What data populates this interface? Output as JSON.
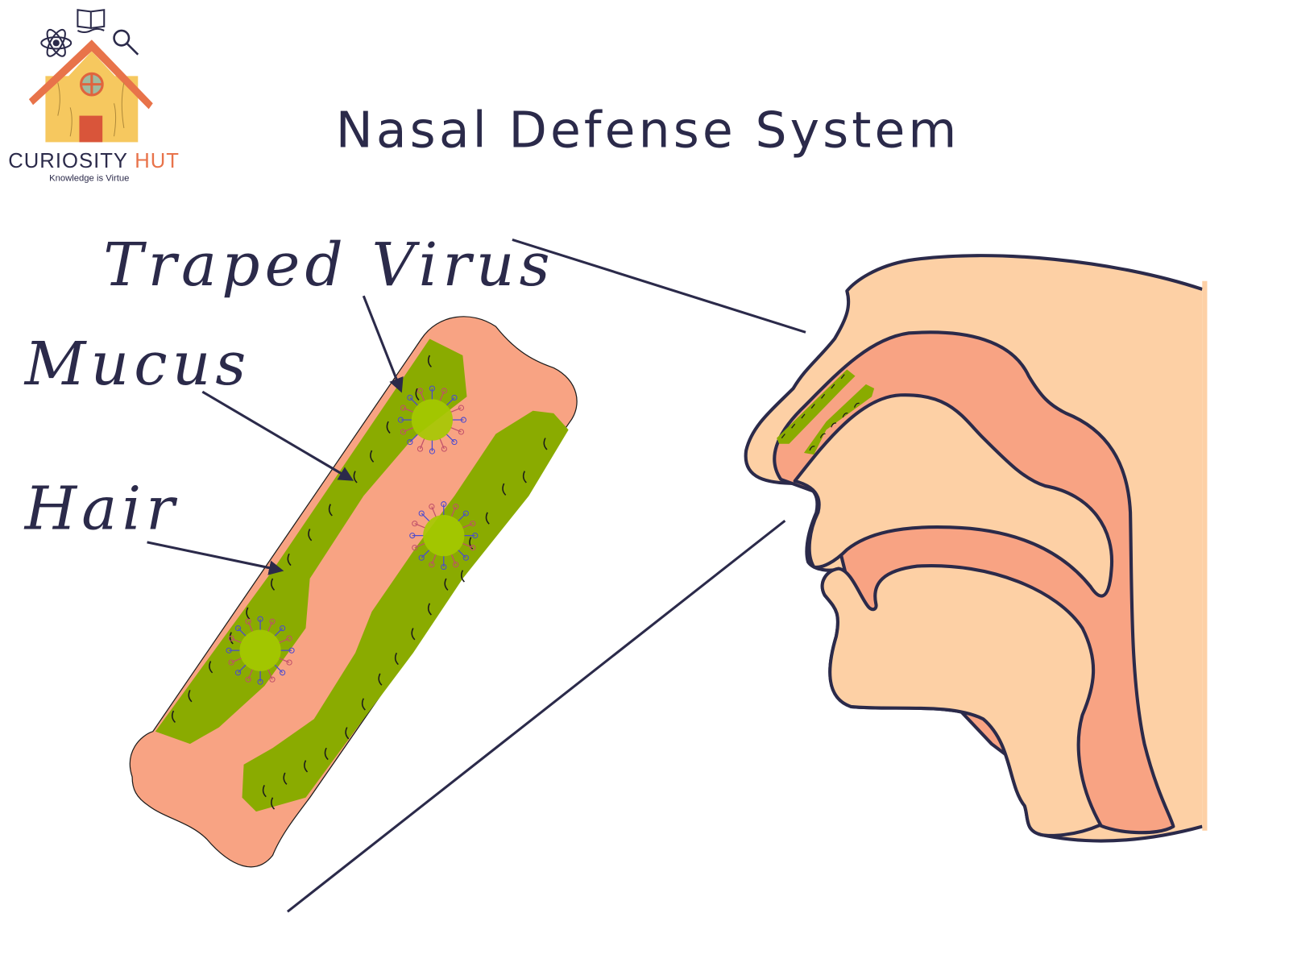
{
  "logo": {
    "name_part1": "CURIOSITY",
    "name_part2": "HUT",
    "tagline": "Knowledge is Virtue"
  },
  "title": "Nasal Defense System",
  "labels": {
    "virus": "Traped Virus",
    "mucus": "Mucus",
    "hair": "Hair"
  },
  "colors": {
    "ink": "#2b2a4a",
    "skin": "#fdd0a5",
    "airway": "#f8a383",
    "mucus": "#8aab00",
    "virus": "#a4c900",
    "brand_accent": "#e8734a"
  }
}
